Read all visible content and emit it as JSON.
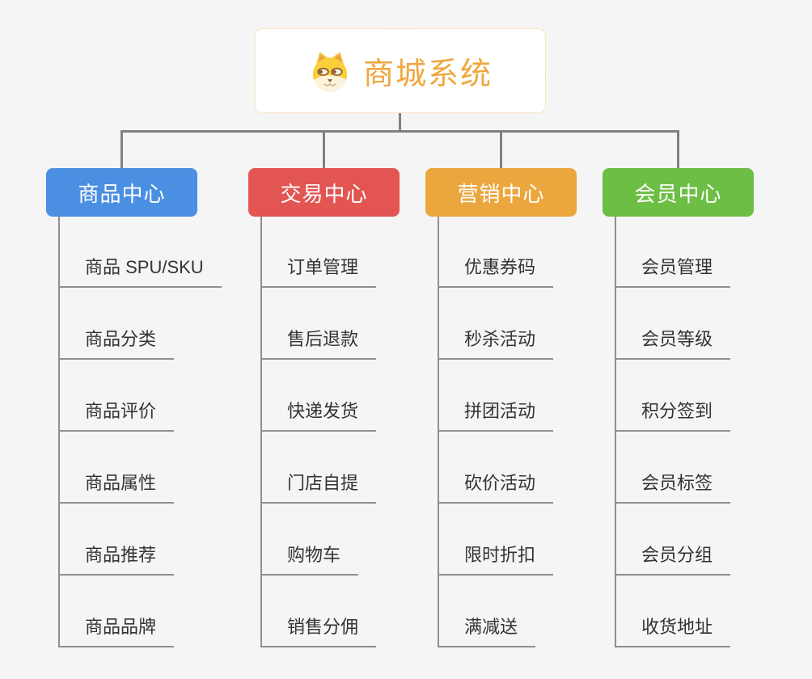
{
  "root": {
    "title": "商城系统",
    "icon": "shiba-dog-icon"
  },
  "branches": [
    {
      "label": "商品中心",
      "color": "#4A8FE2",
      "items": [
        "商品 SPU/SKU",
        "商品分类",
        "商品评价",
        "商品属性",
        "商品推荐",
        "商品品牌"
      ]
    },
    {
      "label": "交易中心",
      "color": "#E25552",
      "items": [
        "订单管理",
        "售后退款",
        "快递发货",
        "门店自提",
        "购物车",
        "销售分佣"
      ]
    },
    {
      "label": "营销中心",
      "color": "#EBA63E",
      "items": [
        "优惠券码",
        "秒杀活动",
        "拼团活动",
        "砍价活动",
        "限时折扣",
        "满减送"
      ]
    },
    {
      "label": "会员中心",
      "color": "#6DBE45",
      "items": [
        "会员管理",
        "会员等级",
        "积分签到",
        "会员标签",
        "会员分组",
        "收货地址"
      ]
    }
  ],
  "colors": {
    "bg": "#F5F5F5",
    "connector": "#808080",
    "leaf_line": "#8F8F8F",
    "leaf_text": "#333333",
    "root_accent": "#F0A73E",
    "root_border": "#F2C87E"
  }
}
